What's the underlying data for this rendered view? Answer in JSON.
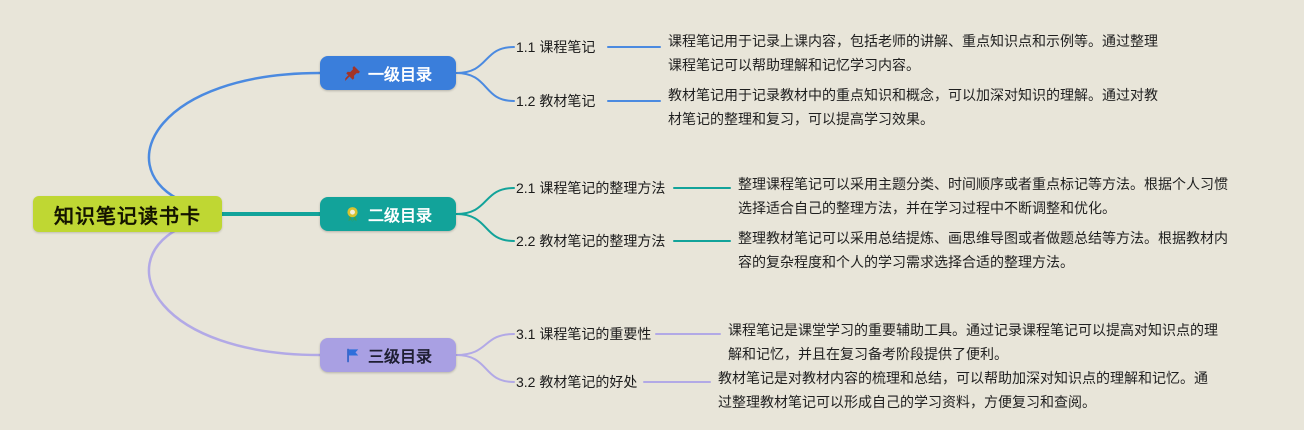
{
  "canvas": {
    "background": "#e8e5d9"
  },
  "root": {
    "label": "知识笔记读书卡",
    "bg": "#bfd733",
    "text_color": "#141400"
  },
  "branches": [
    {
      "label": "一级目录",
      "icon": "pin-icon",
      "node_bg": "#3a7edb",
      "node_text": "#ffffff",
      "line_color": "#4b8ae0",
      "children": [
        {
          "label": "1.1 课程笔记",
          "desc": "课程笔记用于记录上课内容，包括老师的讲解、重点知识点和示例等。通过整理\n课程笔记可以帮助理解和记忆学习内容。"
        },
        {
          "label": "1.2 教材笔记",
          "desc": "教材笔记用于记录教材中的重点知识和概念，可以加深对知识的理解。通过对教\n材笔记的整理和复习，可以提高学习效果。"
        }
      ]
    },
    {
      "label": "二级目录",
      "icon": "medal-icon",
      "node_bg": "#12a39a",
      "node_text": "#ffffff",
      "line_color": "#12a39a",
      "children": [
        {
          "label": "2.1 课程笔记的整理方法",
          "desc": "整理课程笔记可以采用主题分类、时间顺序或者重点标记等方法。根据个人习惯\n选择适合自己的整理方法，并在学习过程中不断调整和优化。"
        },
        {
          "label": "2.2 教材笔记的整理方法",
          "desc": "整理教材笔记可以采用总结提炼、画思维导图或者做题总结等方法。根据教材内\n容的复杂程度和个人的学习需求选择合适的整理方法。"
        }
      ]
    },
    {
      "label": "三级目录",
      "icon": "flag-icon",
      "node_bg": "#a9a0e3",
      "node_text": "#1e1e32",
      "line_color": "#b2a9e6",
      "children": [
        {
          "label": "3.1 课程笔记的重要性",
          "desc": "课程笔记是课堂学习的重要辅助工具。通过记录课程笔记可以提高对知识点的理\n解和记忆，并且在复习备考阶段提供了便利。"
        },
        {
          "label": "3.2 教材笔记的好处",
          "desc": "教材笔记是对教材内容的梳理和总结，可以帮助加深对知识点的理解和记忆。通\n过整理教材笔记可以形成自己的学习资料，方便复习和查阅。"
        }
      ]
    }
  ]
}
